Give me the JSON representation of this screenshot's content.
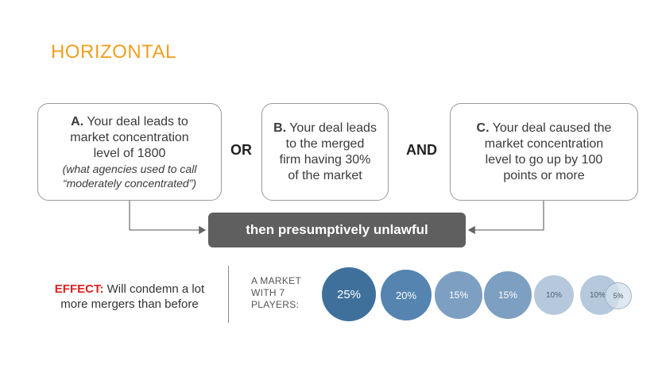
{
  "title": "HORIZONTAL",
  "boxes": {
    "a": {
      "letter": "A.",
      "line1": "Your deal leads to",
      "line2": "market concentration",
      "line3": "level of 1800",
      "note1": "(what agencies used to call",
      "note2": "“moderately concentrated”)"
    },
    "b": {
      "letter": "B.",
      "line1": "Your deal leads",
      "line2": "to the merged",
      "line3": "firm having 30%",
      "line4": "of the market"
    },
    "c": {
      "letter": "C.",
      "line1": "Your deal caused the",
      "line2": "market concentration",
      "line3": "level to go up by 100",
      "line4": "points or more"
    }
  },
  "connectors": {
    "or": "OR",
    "and": "AND"
  },
  "result": "then presumptively unlawful",
  "effect": {
    "label": "EFFECT:",
    "text1": "Will condemn a lot",
    "text2": "more mergers than before"
  },
  "market": {
    "line1": "A MARKET",
    "line2": "WITH 7",
    "line3": "PLAYERS:",
    "shares": [
      {
        "label": "25%",
        "share": 25,
        "color": "#3f709c",
        "text_color": "#ffffff"
      },
      {
        "label": "20%",
        "share": 20,
        "color": "#5584b0",
        "text_color": "#ffffff"
      },
      {
        "label": "15%",
        "share": 15,
        "color": "#7c9fc2",
        "text_color": "#ffffff"
      },
      {
        "label": "15%",
        "share": 15,
        "color": "#7c9fc2",
        "text_color": "#ffffff"
      },
      {
        "label": "10%",
        "share": 10,
        "color": "#b6c9dc",
        "text_color": "#4a5f75"
      },
      {
        "label": "10%",
        "share": 10,
        "color": "#b6c9dc",
        "text_color": "#4a5f75"
      },
      {
        "label": "5%",
        "share": 5,
        "color": "#d4e0eb",
        "text_color": "#4a5f75"
      }
    ]
  },
  "colors": {
    "title": "#f0a020",
    "effect_label": "#e02020",
    "result_bg": "#5f5f5f"
  }
}
